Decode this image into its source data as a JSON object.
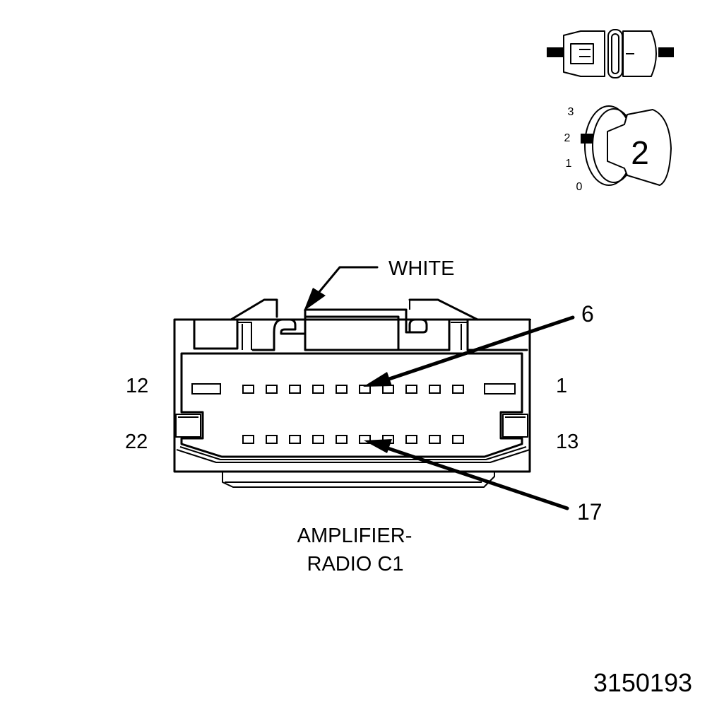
{
  "connector": {
    "name_line1": "AMPLIFIER-",
    "name_line2": "RADIO C1",
    "color": "WHITE"
  },
  "pin_labels": {
    "top_left": "12",
    "top_right": "1",
    "bottom_left": "22",
    "bottom_right": "13"
  },
  "callouts": {
    "upper": "6",
    "lower": "17"
  },
  "view_icon": {
    "scale": [
      "3",
      "2",
      "1",
      "0"
    ],
    "number": "2"
  },
  "figure_id": "3150193"
}
